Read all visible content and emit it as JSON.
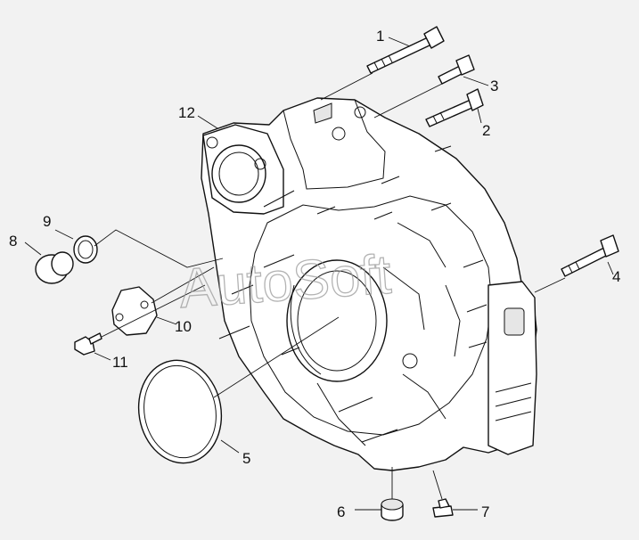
{
  "diagram": {
    "callouts": [
      {
        "id": "1",
        "label": "1"
      },
      {
        "id": "2",
        "label": "2"
      },
      {
        "id": "3",
        "label": "3"
      },
      {
        "id": "4",
        "label": "4"
      },
      {
        "id": "5",
        "label": "5"
      },
      {
        "id": "6",
        "label": "6"
      },
      {
        "id": "7",
        "label": "7"
      },
      {
        "id": "8",
        "label": "8"
      },
      {
        "id": "9",
        "label": "9"
      },
      {
        "id": "10",
        "label": "10"
      },
      {
        "id": "11",
        "label": "11"
      },
      {
        "id": "12",
        "label": "12"
      }
    ]
  },
  "watermark": {
    "text": "AutoSoft"
  },
  "colors": {
    "background": "#f2f2f2",
    "ink": "#111111",
    "watermark": "#9a9a9a"
  }
}
